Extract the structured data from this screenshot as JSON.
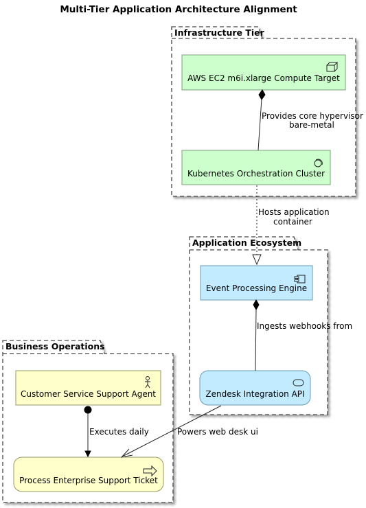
{
  "title": "Multi-Tier Application Architecture Alignment",
  "packages": {
    "infrastructure": "Infrastructure Tier",
    "application": "Application Ecosystem",
    "business": "Business Operations"
  },
  "nodes": {
    "ec2": "AWS EC2 m6i.xlarge Compute Target",
    "k8s": "Kubernetes Orchestration Cluster",
    "engine": "Event Processing Engine",
    "zendesk": "Zendesk Integration API",
    "agent": "Customer Service Support Agent",
    "ticket": "Process Enterprise Support Ticket"
  },
  "edges": {
    "hypervisor_line1": "Provides core hypervisor",
    "hypervisor_line2": "bare-metal",
    "hosts_line1": "Hosts application",
    "hosts_line2": "container",
    "ingests": "Ingests webhooks from",
    "executes": "Executes daily",
    "powers": "Powers web desk ui"
  },
  "colors": {
    "technology": "#ccffcc",
    "application": "#c2ebff",
    "business": "#ffffcc"
  }
}
